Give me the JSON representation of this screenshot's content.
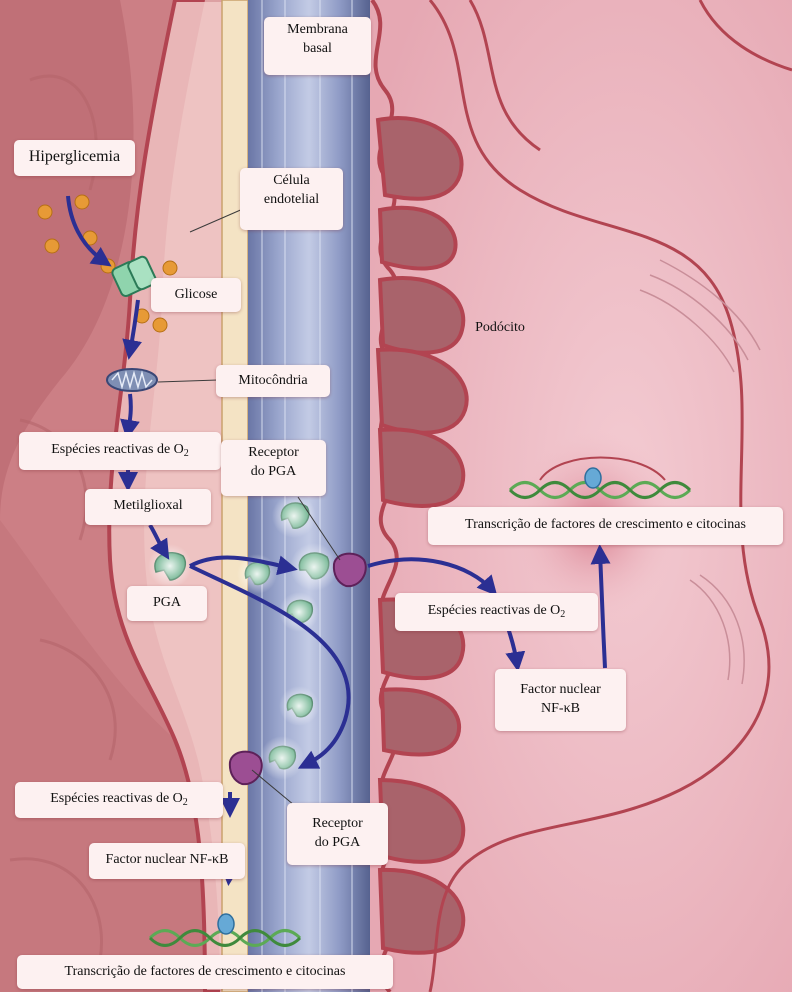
{
  "labels": {
    "membrane": [
      "Membrana",
      "basal"
    ],
    "hyperglycemia": "Hiperglicemia",
    "endothelial": [
      "Célula",
      "endotelial"
    ],
    "glucose": "Glicose",
    "podocyte": "Podócito",
    "mitochondria": "Mitocôndria",
    "ros_left": {
      "prefix": "Espécies reactivas de O",
      "sub": "2"
    },
    "receptor_top": [
      "Receptor",
      "do PGA"
    ],
    "methylglyoxal": "Metilglioxal",
    "transcription_right": "Transcrição de factores de crescimento e citocinas",
    "pga": "PGA",
    "ros_right": {
      "prefix": "Espécies reactivas de O",
      "sub": "2"
    },
    "nfkb_right": [
      "Factor nuclear",
      "NF-κB"
    ],
    "ros_bottom": {
      "prefix": "Espécies reactivas de O",
      "sub": "2"
    },
    "receptor_bottom": [
      "Receptor",
      "do PGA"
    ],
    "nfkb_bottom": "Factor nuclear NF-κB",
    "transcription_bottom": "Transcrição de factores de crescimento e citocinas"
  },
  "colors": {
    "arrow": "#2b2f93",
    "glucose_dot": "#e79a36",
    "pga_molecule": "#3e9a6a",
    "receptor": "#9c4e93",
    "dna": "#5caa55",
    "membrane": "#3d4a7e"
  }
}
